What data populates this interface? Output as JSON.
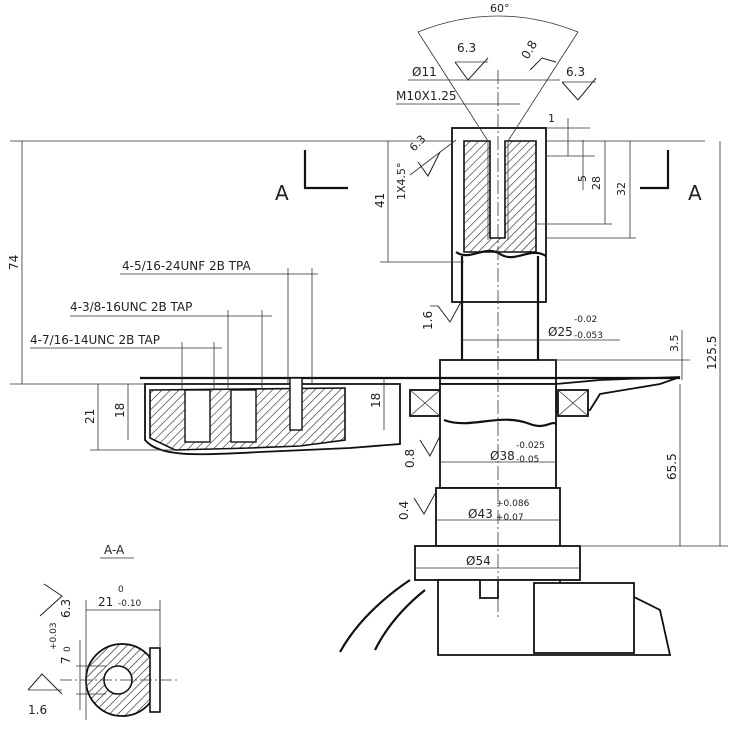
{
  "section_view": {
    "label": "A",
    "title": "A-A"
  },
  "angle": {
    "value": "60°"
  },
  "roughness": {
    "top_left": "6.3",
    "top_mid": "0.8",
    "top_right": "6.3",
    "shaft_neck": "1.6",
    "bearing_seat": "0.8",
    "collar": "0.4",
    "section_side": "6.3",
    "section_bottom": "1.6"
  },
  "callouts": {
    "bore_dia": "Ø11",
    "thread_main": "M10X1.25",
    "chamfer": "1X4.5°",
    "chamfer_rough": "6.3",
    "thread_1": "4-5/16-24UNF 2B TPA",
    "thread_2": "4-3/8-16UNC 2B TAP",
    "thread_3": "4-7/16-14UNC 2B TAP"
  },
  "dimensions": {
    "d_1": "1",
    "d_5": "5",
    "d_28": "28",
    "d_32": "32",
    "d_41": "41",
    "d_74": "74",
    "d_125_5": "125.5",
    "d_3_5": "3.5",
    "d_21": "21",
    "d_18_left": "18",
    "d_18_mid": "18",
    "d_65_5": "65.5"
  },
  "diameters": {
    "d25": {
      "base": "Ø25",
      "upper": "-0.02",
      "lower": "-0.053"
    },
    "d38": {
      "base": "Ø38",
      "upper": "-0.025",
      "lower": "-0.05"
    },
    "d43": {
      "base": "Ø43",
      "upper": "+0.086",
      "lower": "+0.07"
    },
    "d54": {
      "base": "Ø54"
    }
  },
  "section_dims": {
    "width": {
      "base": "21",
      "upper": "0",
      "lower": "-0.10"
    },
    "key": {
      "base": "7",
      "upper": "+0.03",
      "lower": "0"
    }
  }
}
